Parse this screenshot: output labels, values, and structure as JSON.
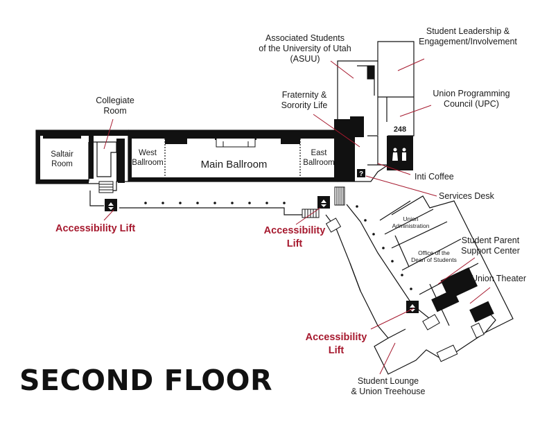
{
  "title": "SECOND FLOOR",
  "colors": {
    "ink": "#111111",
    "accent": "#a6192e",
    "leader": "#a6192e",
    "background": "#ffffff"
  },
  "rooms": {
    "saltair": "Saltair\nRoom",
    "west_ballroom": "West\nBallroom",
    "main_ballroom": "Main Ballroom",
    "east_ballroom": "East\nBallroom",
    "union_administration": "Union\nAdministration",
    "dean_of_students": "Office of the\nDean of Students",
    "room_number": "248"
  },
  "callouts": {
    "collegiate": "Collegiate\nRoom",
    "asuu": "Associated Students\nof the University of Utah\n(ASUU)",
    "leadership": "Student Leadership &\nEngagement/Involvement",
    "upc": "Union Programming\nCouncil (UPC)",
    "fraternity": "Fraternity &\nSorority Life",
    "inti_coffee": "Inti Coffee",
    "services_desk": "Services Desk",
    "parent_support": "Student Parent\nSupport Center",
    "union_theater": "Union Theater",
    "lounge": "Student Lounge\n& Union Treehouse"
  },
  "accessibility": {
    "lift_1": "Accessibility Lift",
    "lift_2": "Accessibility\nLift",
    "lift_3": "Accessibility\nLift"
  },
  "icons": [
    "restroom-icon",
    "information-icon",
    "elevator-icon",
    "stairs-icon"
  ]
}
